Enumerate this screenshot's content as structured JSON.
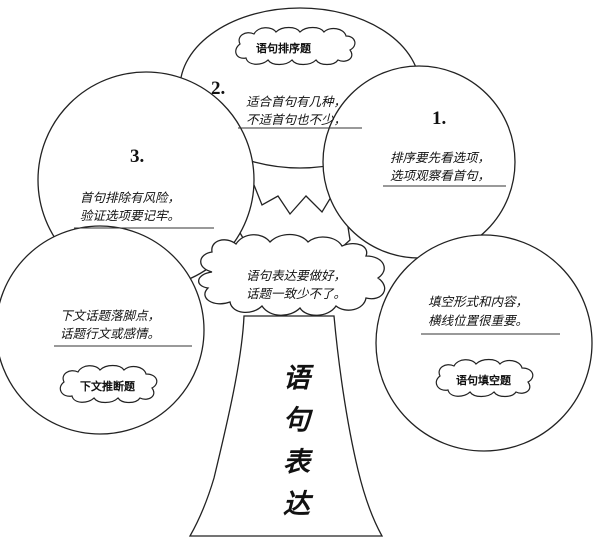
{
  "top_circle": {
    "tag": "语句排序题",
    "number": "2.",
    "line1": "适合首句有几种，",
    "line2": "不适首句也不少，"
  },
  "right_circle": {
    "number": "1.",
    "line1": "排序要先看选项，",
    "line2": "选项观察看首句，"
  },
  "left_circle": {
    "number": "3.",
    "line1": "首句排除有风险，",
    "line2": "验证选项要记牢。"
  },
  "center_cloud": {
    "line1": "语句表达要做好，",
    "line2": "话题一致少不了。"
  },
  "lower_left_circle": {
    "line1": "下文话题落脚点，",
    "line2": "话题行文或感情。",
    "tag": "下文推断题"
  },
  "lower_right_circle": {
    "line1": "填空形式和内容，",
    "line2": "横线位置很重要。",
    "tag": "语句填空题"
  },
  "trunk": {
    "chars": [
      "语",
      "句",
      "表",
      "达"
    ]
  }
}
